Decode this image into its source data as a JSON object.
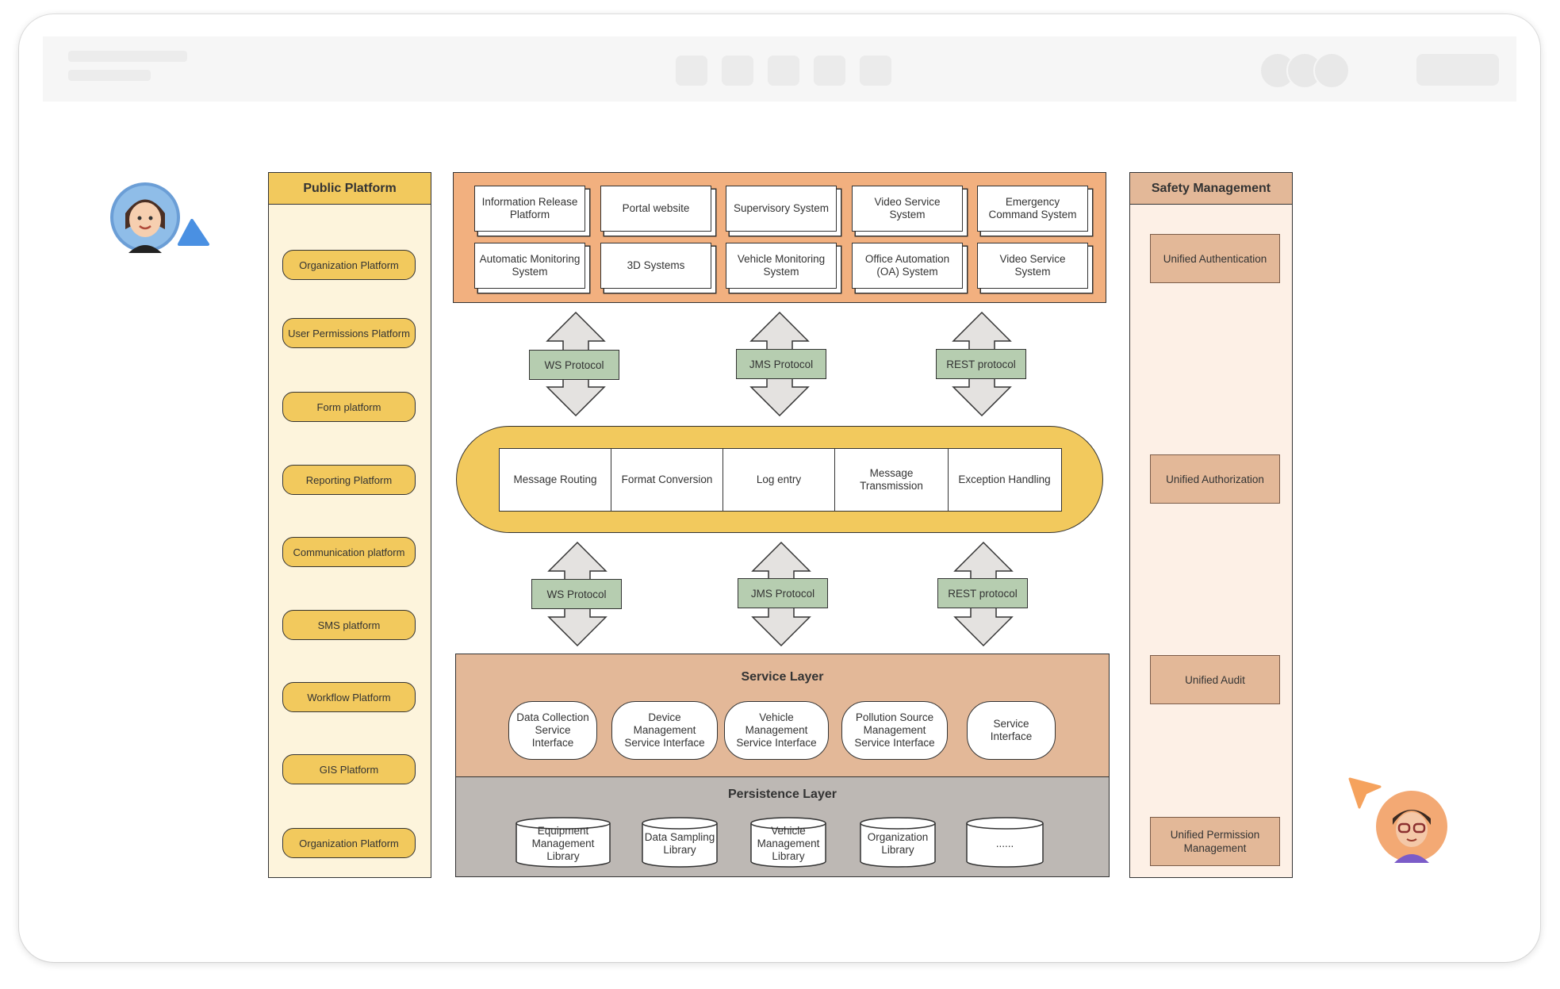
{
  "public_platform": {
    "title": "Public Platform",
    "items": [
      "Organization Platform",
      "User Permissions Platform",
      "Form platform",
      "Reporting Platform",
      "Communication platform",
      "SMS platform",
      "Workflow Platform",
      "GIS Platform",
      "Organization Platform"
    ]
  },
  "application_systems": [
    "Information Release Platform",
    "Portal website",
    "Supervisory System",
    "Video Service System",
    "Emergency Command System",
    "Automatic Monitoring System",
    "3D Systems",
    "Vehicle Monitoring System",
    "Office Automation (OA) System",
    "Video Service System"
  ],
  "upper_protocols": [
    "WS Protocol",
    "JMS Protocol",
    "REST protocol"
  ],
  "bus": [
    "Message Routing",
    "Format Conversion",
    "Log entry",
    "Message Transmission",
    "Exception Handling"
  ],
  "lower_protocols": [
    "WS Protocol",
    "JMS Protocol",
    "REST protocol"
  ],
  "service_layer": {
    "title": "Service Layer",
    "items": [
      "Data Collection Service Interface",
      "Device Management Service Interface",
      "Vehicle Management Service Interface",
      "Pollution Source Management Service Interface",
      "Service Interface"
    ]
  },
  "persistence_layer": {
    "title": "Persistence Layer",
    "items": [
      "Equipment Management Library",
      "Data Sampling Library",
      "Vehicle Management Library",
      "Organization Library",
      "......"
    ]
  },
  "safety_management": {
    "title": "Safety Management",
    "items": [
      "Unified Authentication",
      "Unified Authorization",
      "Unified Audit",
      "Unified Permission Management"
    ]
  },
  "colors": {
    "yellow": "#f2c95d",
    "pale_yellow": "#fdf4dc",
    "orange_panel": "#f2b07f",
    "protocol_green": "#b6cdb0",
    "service_tan": "#e3b898",
    "persistence_gray": "#bdb8b4",
    "safety_bg": "#fdf0e6",
    "cursor_blue": "#4a90e2",
    "cursor_orange": "#f5a25d"
  },
  "icons": [
    "user-avatar-icon",
    "cursor-arrow-icon"
  ]
}
